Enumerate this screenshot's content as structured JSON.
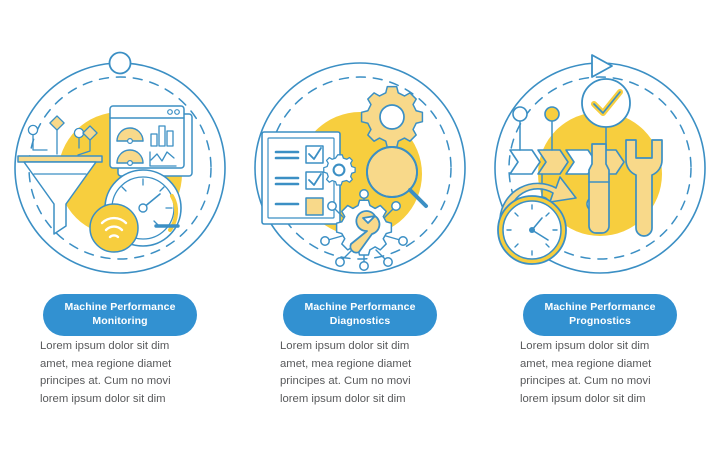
{
  "graphic": {
    "type": "circular-process-infographic",
    "stage_count": 3,
    "colors": {
      "blue": "#3291d1",
      "blue_stroke": "#3b8fc4",
      "yellow": "#f7ce3e",
      "yellow_fill": "#f8d98a",
      "pill_bg": "#3291d1",
      "pill_text": "#ffffff",
      "body_text": "#58595b",
      "background": "#ffffff"
    },
    "markers": {
      "start": "circle-node-marker",
      "end": "triangle-arrow-marker"
    }
  },
  "stages": [
    {
      "id": "monitoring",
      "title": "Machine Performance\nMonitoring",
      "body": "Lorem ipsum dolor sit dim amet, mea regione diamet principes at. Cum no movi lorem ipsum dolor sit dim",
      "icons": [
        "funnel-icon",
        "data-points-icon",
        "dashboard-window-icon",
        "bar-chart-icon",
        "line-chart-icon",
        "gauge-arc-icon",
        "speedometer-icon",
        "wifi-signal-icon"
      ]
    },
    {
      "id": "diagnostics",
      "title": "Machine Performance\nDiagnostics",
      "body": "Lorem ipsum dolor sit dim amet, mea regione diamet principes at. Cum no movi lorem ipsum dolor sit dim",
      "icons": [
        "checklist-icon",
        "checkbox-checked-icon",
        "gear-icon",
        "small-gear-icon",
        "magnifier-gear-icon",
        "molecule-gear-icon",
        "wrench-icon"
      ]
    },
    {
      "id": "prognostics",
      "title": "Machine Performance\nPrognostics",
      "body": "Lorem ipsum dolor sit dim amet, mea regione diamet principes at. Cum no movi lorem ipsum dolor sit dim",
      "icons": [
        "timeline-chevron-icon",
        "timeline-node-icon",
        "check-circle-icon",
        "clock-icon",
        "refresh-arrow-icon",
        "screwdriver-icon",
        "wrench-tool-icon"
      ]
    }
  ]
}
